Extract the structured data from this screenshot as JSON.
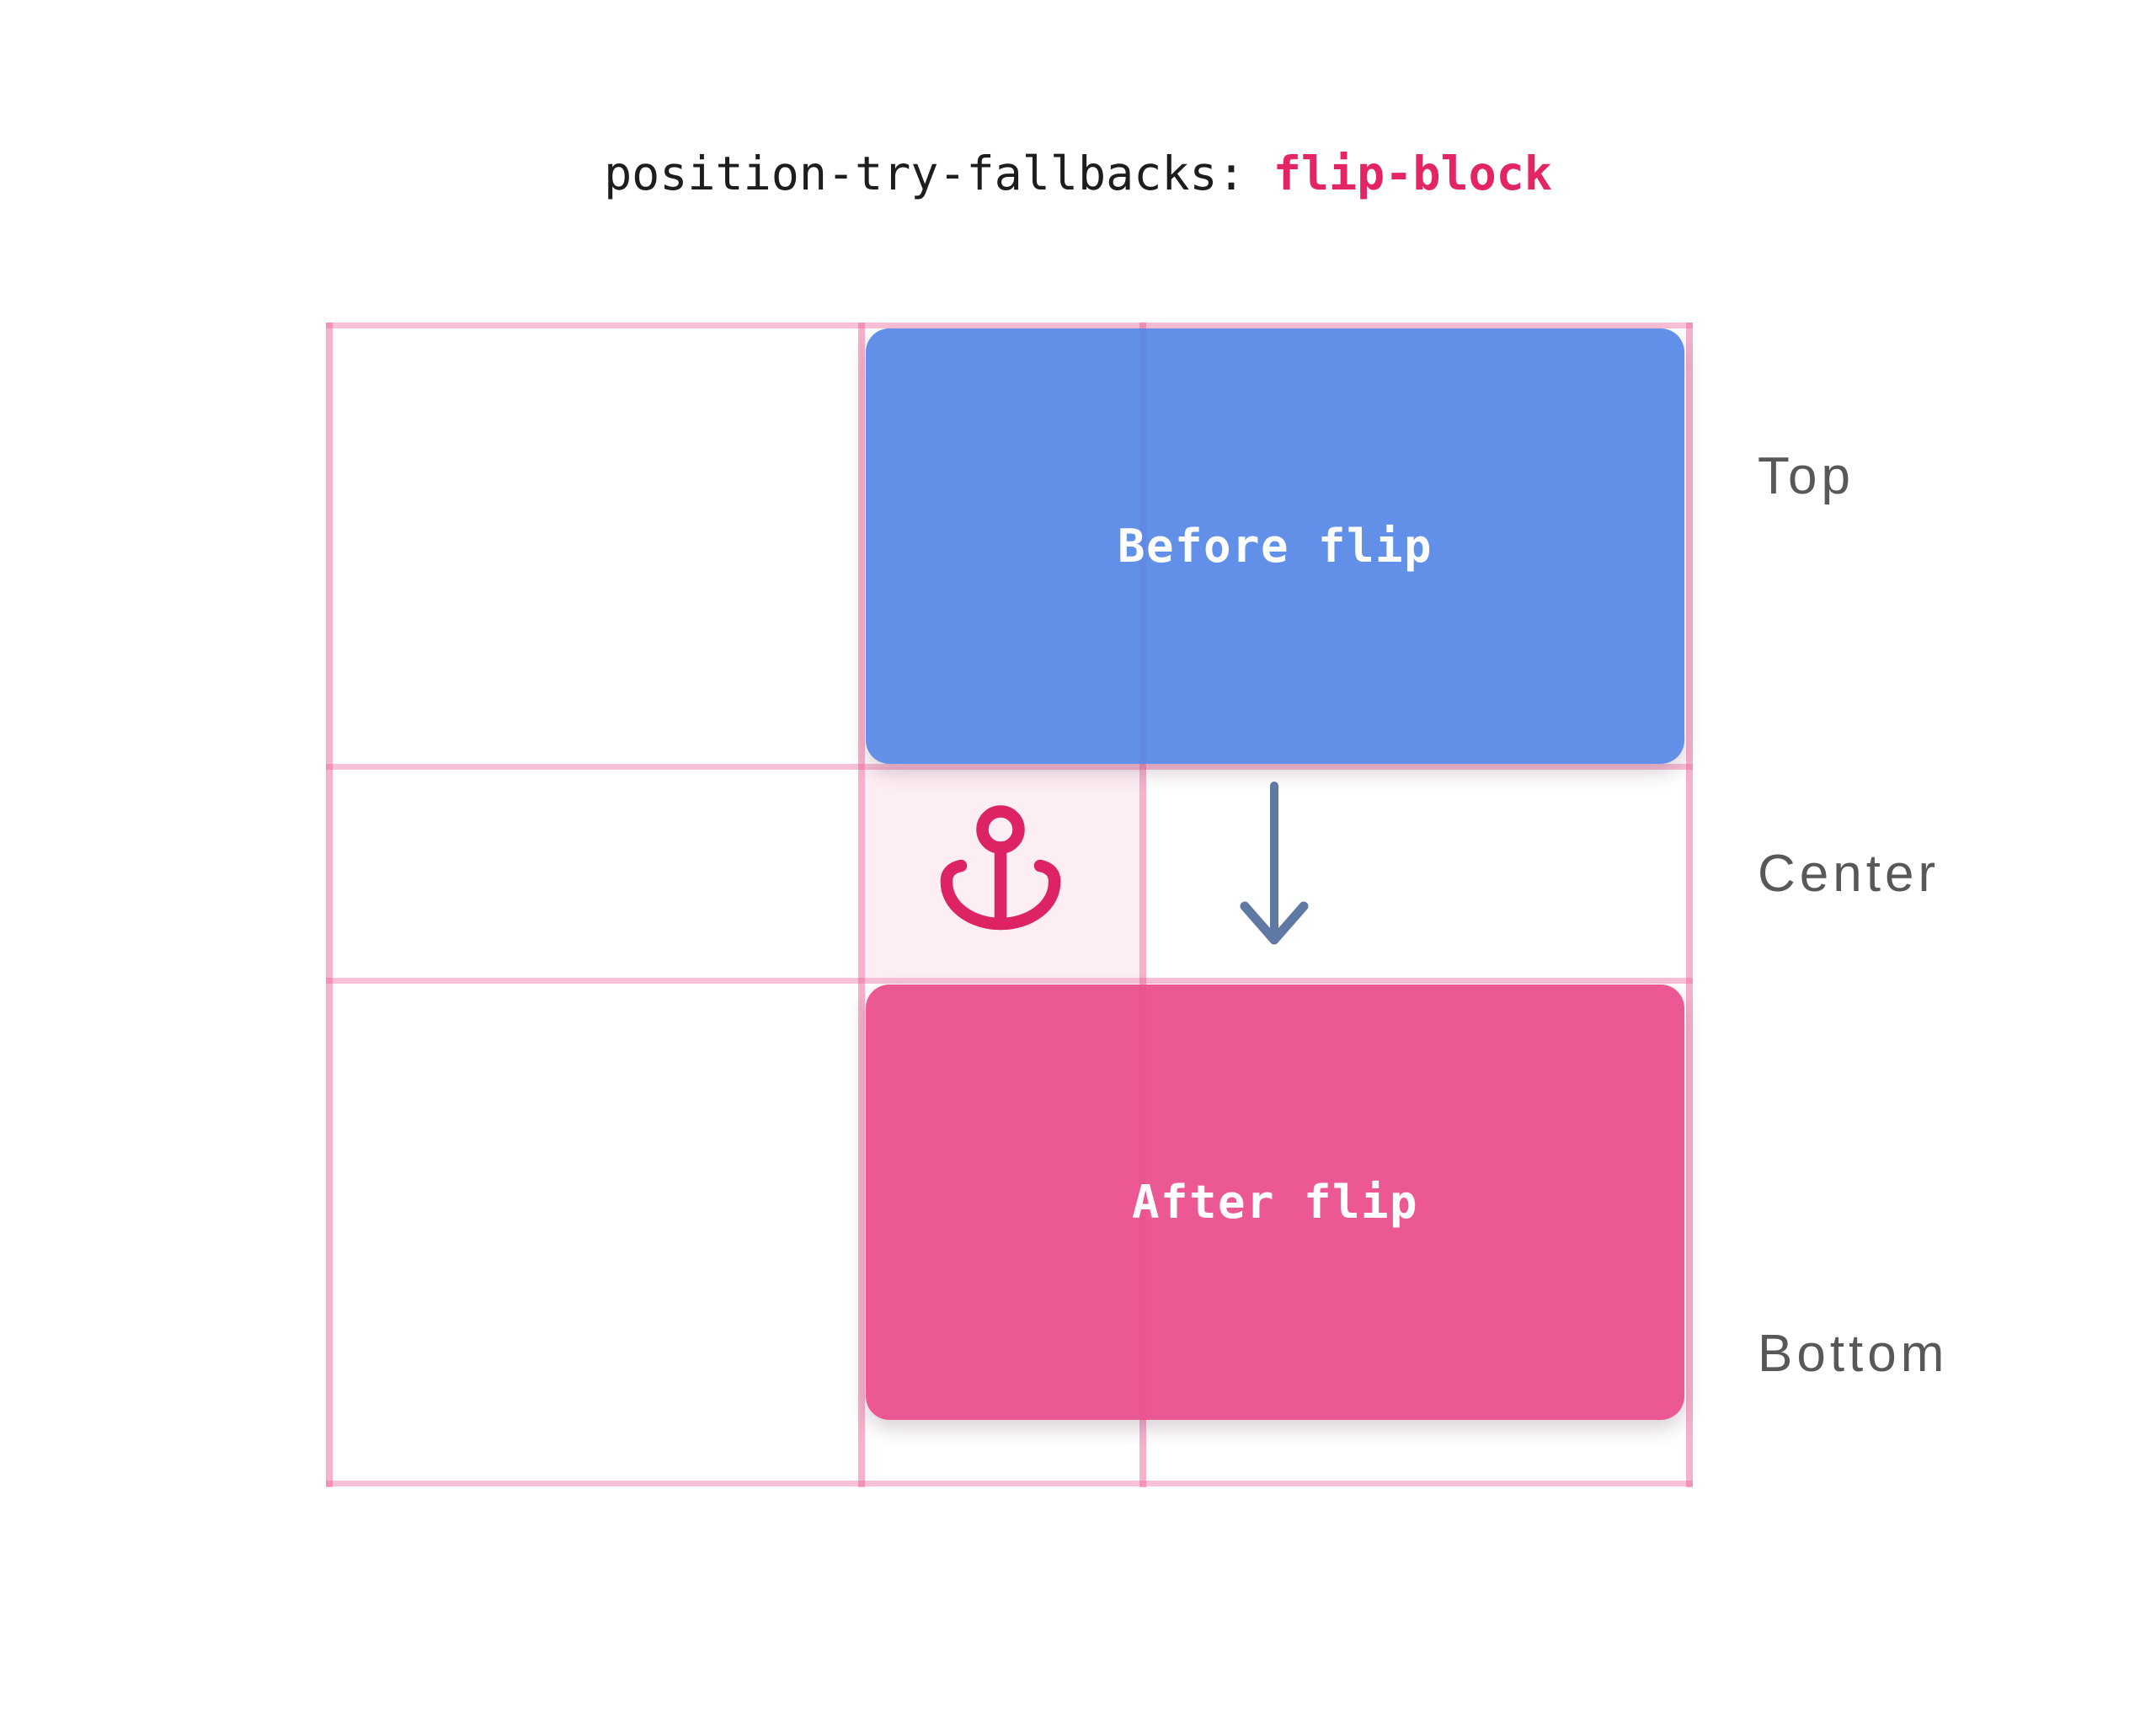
{
  "title": {
    "property": "position-try-fallbacks: ",
    "value": "flip-block"
  },
  "boxes": {
    "before_label": "Before flip",
    "after_label": "After flip"
  },
  "row_labels": {
    "top": "Top",
    "center": "Center",
    "bottom": "Bottom"
  },
  "icons": {
    "anchor": "anchor-icon",
    "arrow": "down-arrow-icon"
  },
  "colors": {
    "title-dark": "#1d1d1f",
    "accent-pink": "#e32566",
    "anchor-pink": "#de2365",
    "box-blue": "#628fe7",
    "box-pink": "#ed5894",
    "arrow-blue": "#5f79a4",
    "label-gray": "#58585a",
    "grid-line-pink": "#ee5d96",
    "anchor-cell-bg": "#fdeef4"
  }
}
